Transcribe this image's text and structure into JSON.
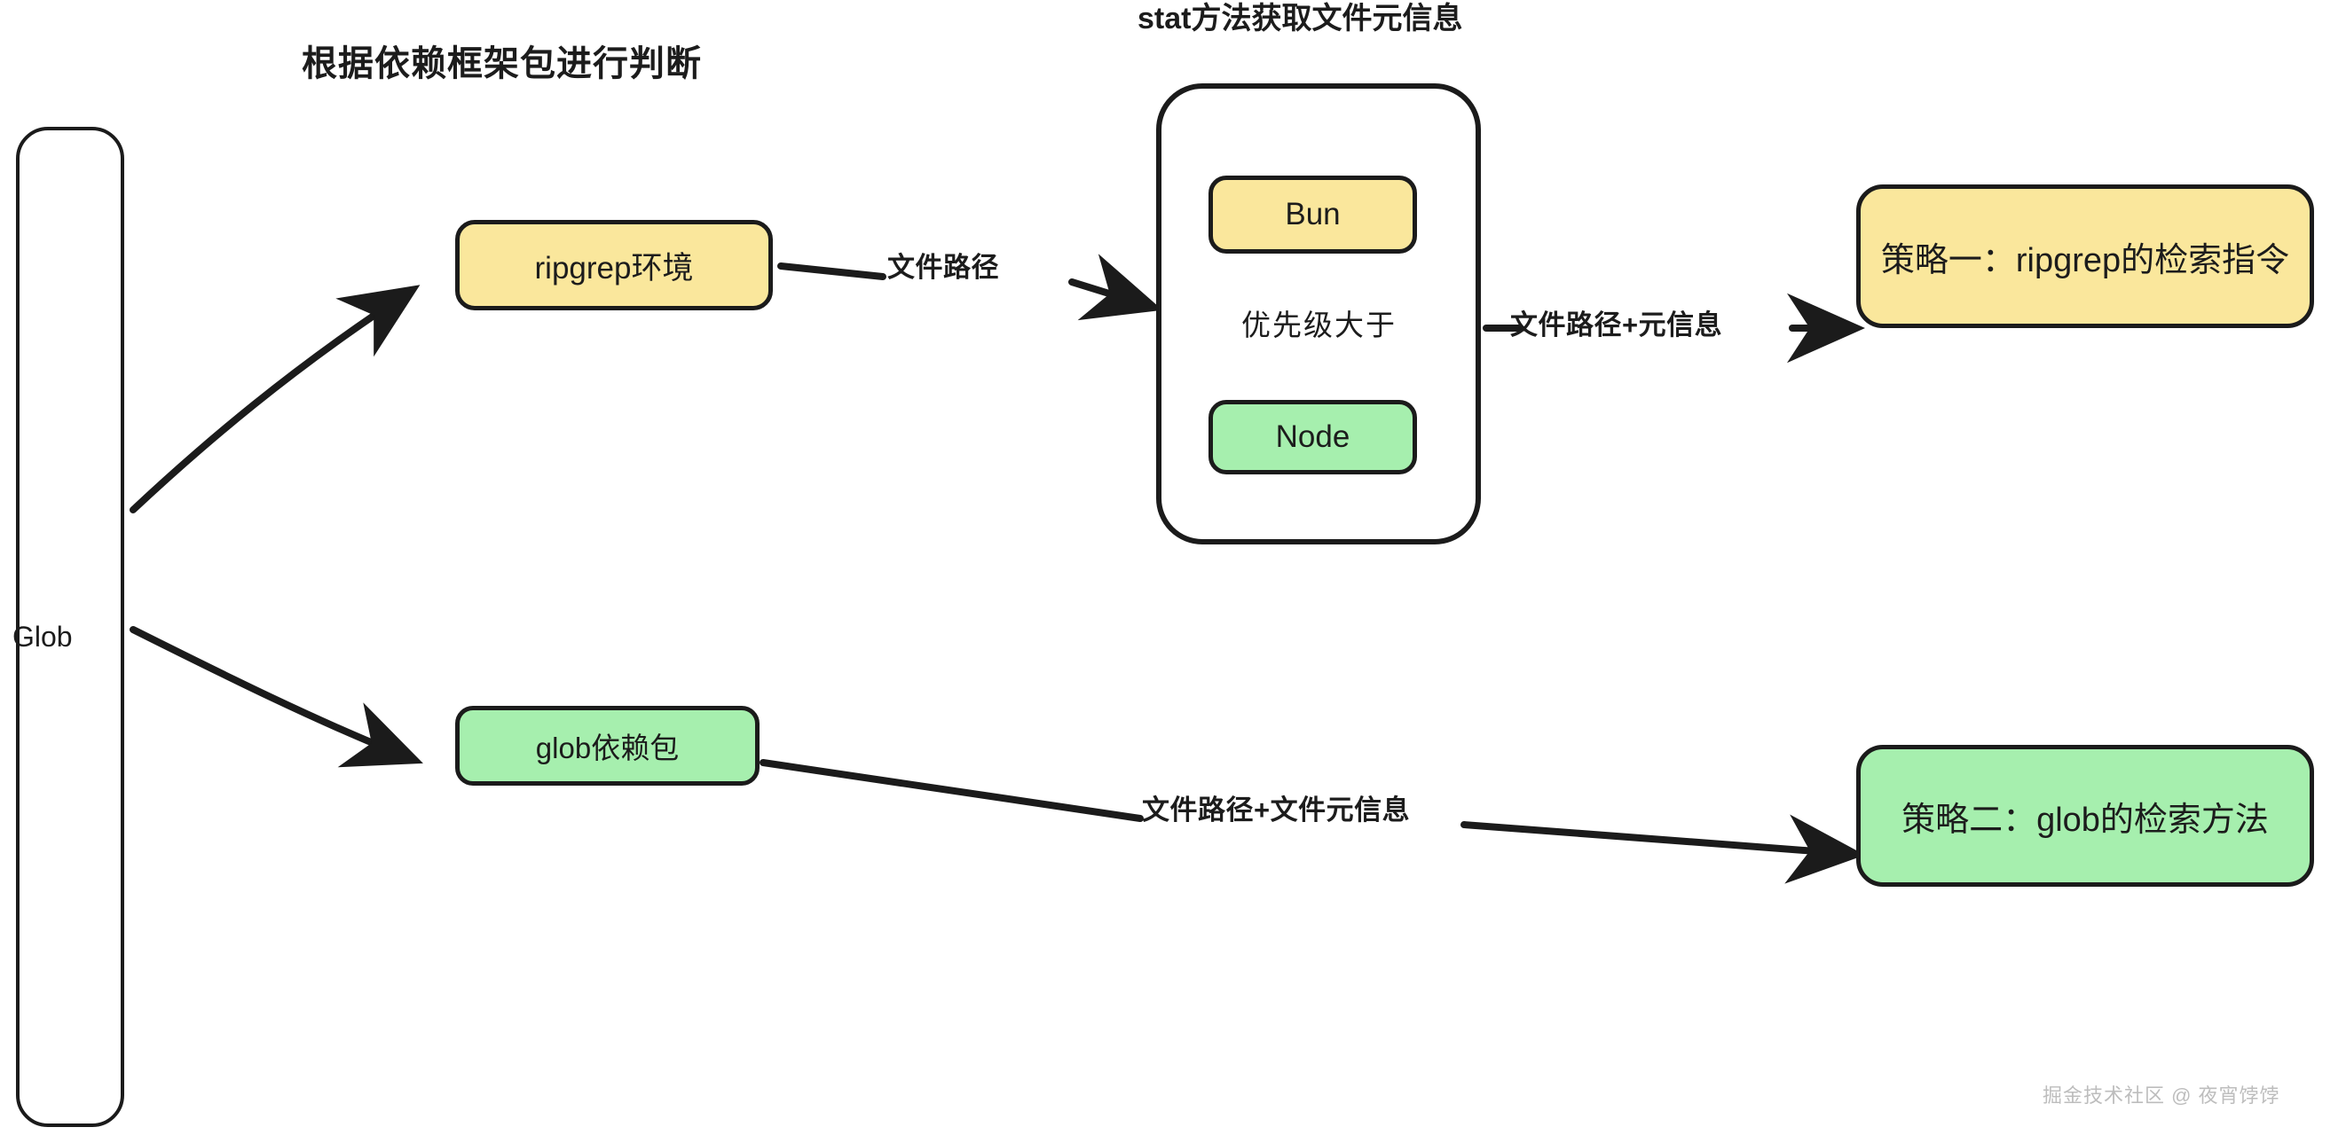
{
  "diagram": {
    "headings": {
      "main": "根据依赖框架包进行判断",
      "stat": "stat方法获取文件元信息"
    },
    "spine": {
      "label": "Glob"
    },
    "nodes": {
      "ripgrep_env": "ripgrep环境",
      "glob_package": "glob依赖包",
      "bun": "Bun",
      "node": "Node",
      "priority": "优先级大于",
      "strategy_1": "策略一：ripgrep的检索指令",
      "strategy_2": "策略二：glob的检索方法"
    },
    "edge_labels": {
      "file_path": "文件路径",
      "path_plus_meta": "文件路径+元信息",
      "path_plus_fileinfo": "文件路径+文件元信息"
    },
    "watermark": "掘金技术社区 @ 夜宵饽饽",
    "colors": {
      "yellow": "#FAE79C",
      "green": "#A6EFAE",
      "stroke": "#1B1B1B",
      "text": "#1C1C1C",
      "background": "#FFFFFF",
      "watermark": "#BDBDBD"
    }
  }
}
